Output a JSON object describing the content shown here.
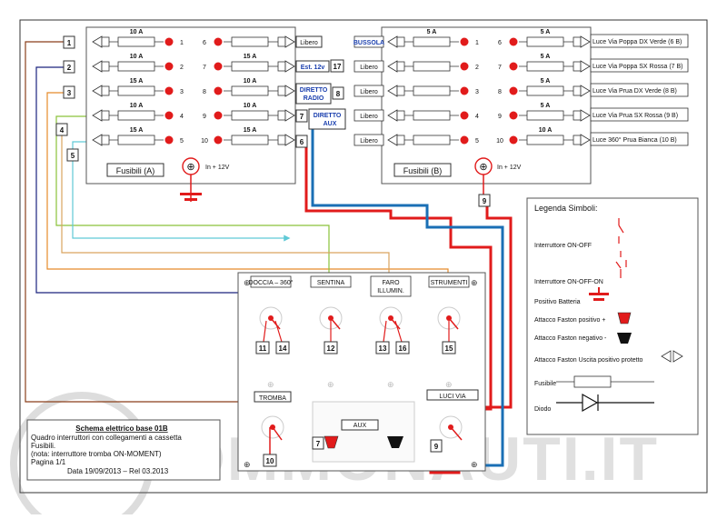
{
  "panel_a": {
    "title": "Fusibili (A)",
    "power": "In + 12V",
    "rows": [
      {
        "left_num": "1",
        "left_amp": "10 A",
        "right_num": "6",
        "right_amp": "",
        "right_label": "Libero"
      },
      {
        "left_num": "2",
        "left_amp": "10 A",
        "right_num": "7",
        "right_amp": "15 A",
        "right_label": "Est. 12v"
      },
      {
        "left_num": "3",
        "left_amp": "15 A",
        "right_num": "8",
        "right_amp": "10 A",
        "right_label": "DIRETTO RADIO"
      },
      {
        "left_num": "4",
        "left_amp": "10 A",
        "right_num": "9",
        "right_amp": "10 A",
        "right_label": "DIRETTO AUX"
      },
      {
        "left_num": "5",
        "left_amp": "15 A",
        "right_num": "10",
        "right_amp": "15 A",
        "right_label": ""
      }
    ],
    "est_num": "17",
    "radio_num": "8",
    "aux_num": "7",
    "out6_num": "6"
  },
  "panel_b": {
    "title": "Fusibili (B)",
    "power": "In + 12V",
    "feed_num": "9",
    "rows": [
      {
        "left_label": "BUSSOLA",
        "left_num": "1",
        "left_amp": "5 A",
        "right_num": "6",
        "right_amp": "5 A",
        "right_label": "Luce Via Poppa DX Verde (6 B)"
      },
      {
        "left_label": "Libero",
        "left_num": "2",
        "left_amp": "",
        "right_num": "7",
        "right_amp": "5 A",
        "right_label": "Luce Via Poppa SX Rossa (7 B)"
      },
      {
        "left_label": "Libero",
        "left_num": "3",
        "left_amp": "",
        "right_num": "8",
        "right_amp": "5 A",
        "right_label": "Luce Via Prua DX Verde (8 B)"
      },
      {
        "left_label": "Libero",
        "left_num": "4",
        "left_amp": "",
        "right_num": "9",
        "right_amp": "5 A",
        "right_label": "Luce Via Prua SX Rossa (9 B)"
      },
      {
        "left_label": "Libero",
        "left_num": "5",
        "left_amp": "",
        "right_num": "10",
        "right_amp": "10 A",
        "right_label": "Luce 360° Prua Bianca (10 B)"
      }
    ]
  },
  "left_numbers": [
    "1",
    "2",
    "3",
    "4",
    "5"
  ],
  "switch_panel": {
    "switches": [
      {
        "label": "DOCCIA – 360°",
        "nums": [
          "11",
          "14"
        ]
      },
      {
        "label": "SENTINA",
        "nums": [
          "12"
        ]
      },
      {
        "label": "FARO ILLUMIN.",
        "nums": [
          "13",
          "16"
        ]
      },
      {
        "label": "STRUMENTI",
        "nums": [
          "15"
        ]
      }
    ],
    "tromba": {
      "label": "TROMBA",
      "num": "10"
    },
    "luci_via": {
      "label": "LUCI VIA",
      "num": "9"
    },
    "aux": {
      "label": "AUX",
      "num": "7"
    }
  },
  "legend": {
    "title": "Legenda Simboli:",
    "items": [
      "Interruttore ON-OFF",
      "Interruttore ON-OFF-ON",
      "Positivo Batteria",
      "Attacco Faston positivo +",
      "Attacco Faston negativo -",
      "Attacco Faston Uscita positivo protetto",
      "Fusibile",
      "Diodo"
    ]
  },
  "info": {
    "title": "Schema elettrico base 01B",
    "lines": [
      "Quadro interruttori con collegamenti a cassetta",
      "Fusibili.",
      "(nota: interruttore tromba ON-MOMENT)",
      "Pagina 1/1",
      "Data 19/09/2013 – Rel 03.2013"
    ]
  },
  "watermark": "GOMMONAUTI.IT",
  "colors": {
    "red": "#e11b1b",
    "blue": "#1a6fb5",
    "navy": "#1a237e",
    "orange": "#e58b2a",
    "brown": "#8a3f1a",
    "green": "#8ac23a",
    "cyan": "#5fc9d6",
    "tan": "#d9a35f"
  }
}
